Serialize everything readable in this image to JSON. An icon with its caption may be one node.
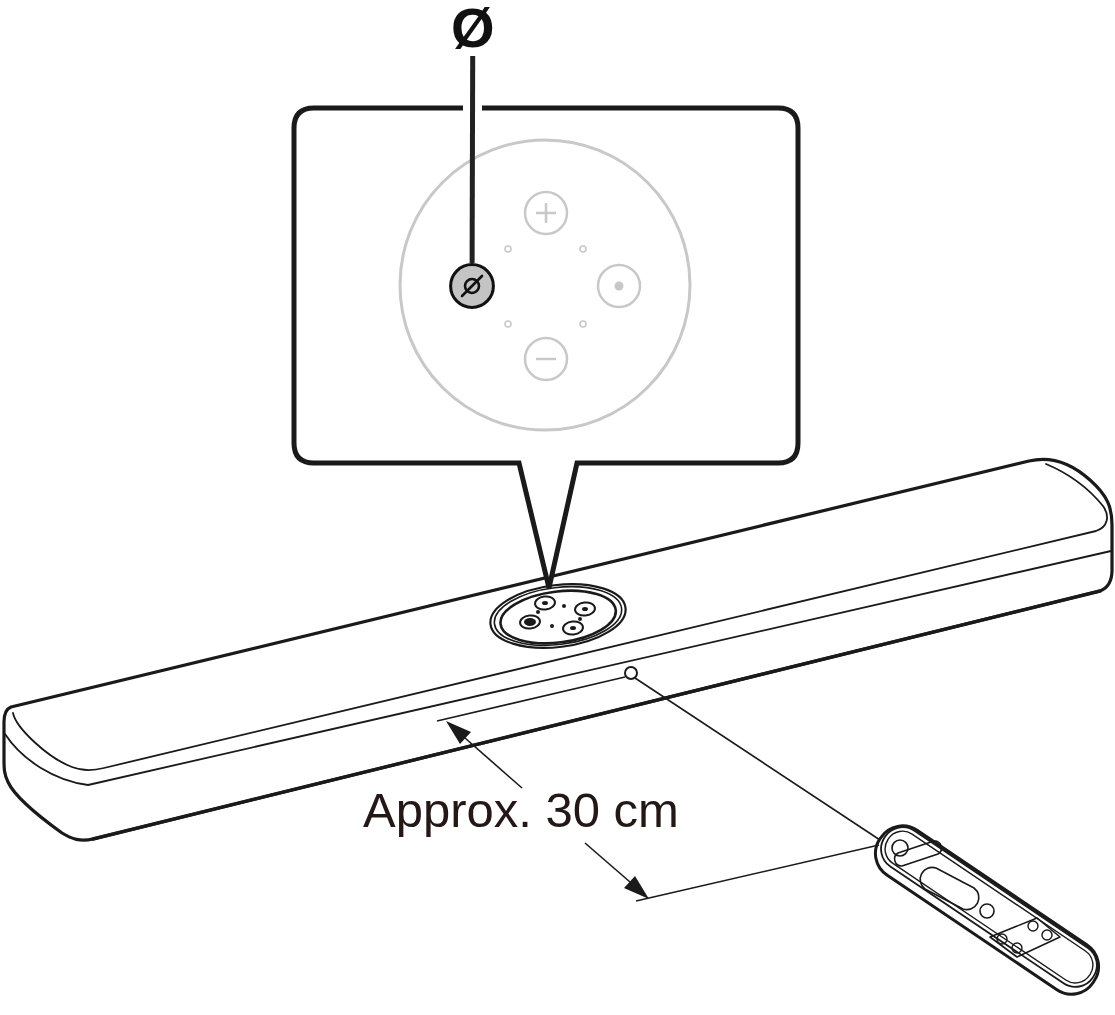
{
  "diagram": {
    "nodes": [
      {
        "text": [
          "Ø"
        ]
      },
      {
        "text": [],
        "shape": "circle"
      }
    ],
    "edges": [
      {
        "from": 0,
        "to": 1,
        "arrow": "none"
      }
    ],
    "labels": [
      "Approx. 30 cm"
    ]
  }
}
